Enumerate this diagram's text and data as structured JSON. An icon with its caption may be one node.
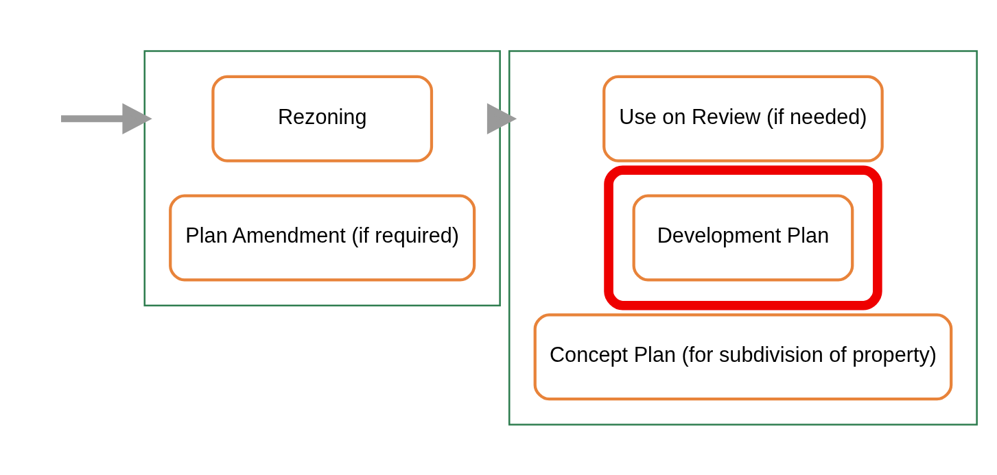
{
  "diagram": {
    "nodes": [
      {
        "text": [],
        "shape": "box"
      },
      {
        "text": [
          "Rezoning"
        ],
        "in": 0
      },
      {
        "text": [
          "Plan Amendment (if required)"
        ],
        "in": 0
      },
      {
        "text": [],
        "shape": "box"
      },
      {
        "text": [
          "Use on Review (if needed)"
        ],
        "in": 3
      },
      {
        "text": [],
        "shape": "box",
        "in": 3
      },
      {
        "text": [
          "Development Plan"
        ],
        "in": 5
      },
      {
        "text": [
          "Concept Plan (for subdivision of property)"
        ],
        "in": 3
      }
    ],
    "edges": [
      {
        "from": null,
        "to": 0,
        "arrow": "to"
      },
      {
        "from": 0,
        "to": 3,
        "arrow": "to"
      }
    ]
  }
}
